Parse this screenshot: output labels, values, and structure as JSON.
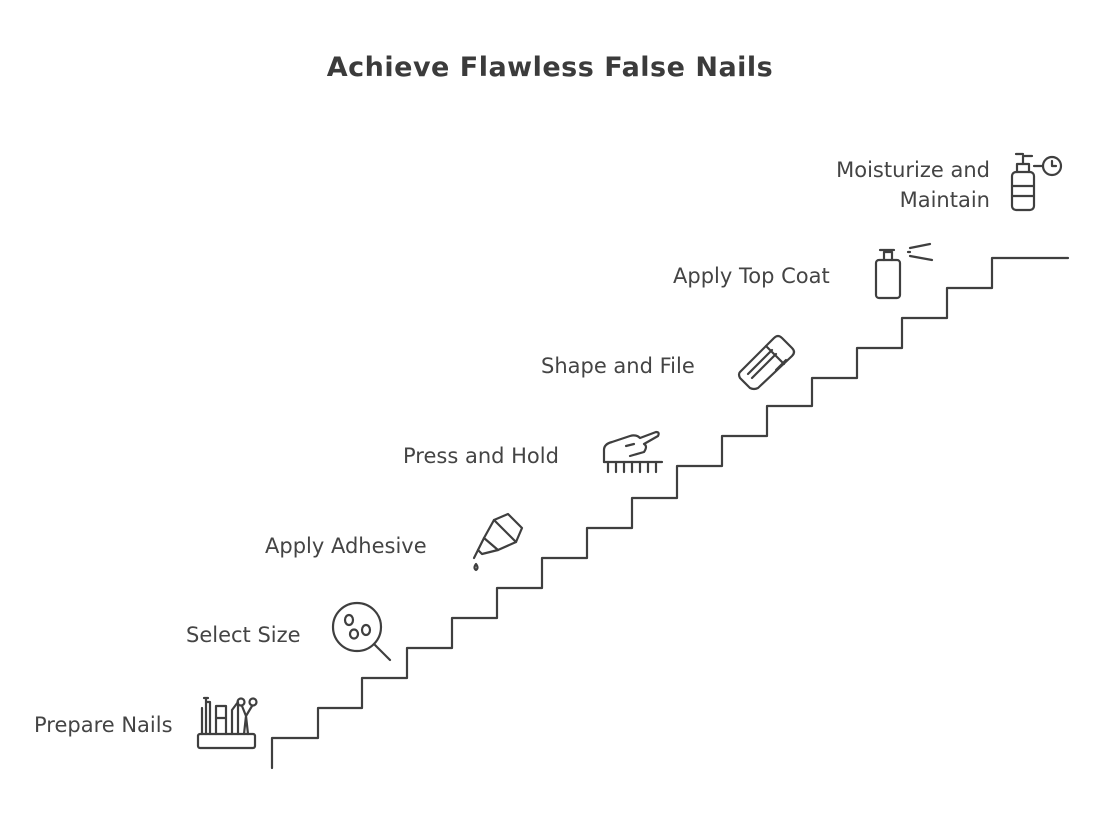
{
  "title": "Achieve Flawless False Nails",
  "steps": [
    {
      "label": "Prepare Nails",
      "icon": "nail-tools-holder-icon"
    },
    {
      "label": "Select Size",
      "icon": "magnifier-icon"
    },
    {
      "label": "Apply Adhesive",
      "icon": "glue-bottle-icon"
    },
    {
      "label": "Press and Hold",
      "icon": "hand-press-icon"
    },
    {
      "label": "Shape and File",
      "icon": "nail-file-icon"
    },
    {
      "label": "Apply Top Coat",
      "icon": "spray-bottle-icon"
    },
    {
      "label": "Moisturize and Maintain",
      "label_line1": "Moisturize and",
      "label_line2": "Maintain",
      "icon": "lotion-bottle-icon"
    }
  ],
  "colors": {
    "stroke": "#3f3f3f",
    "text": "#444444",
    "background": "#ffffff"
  }
}
